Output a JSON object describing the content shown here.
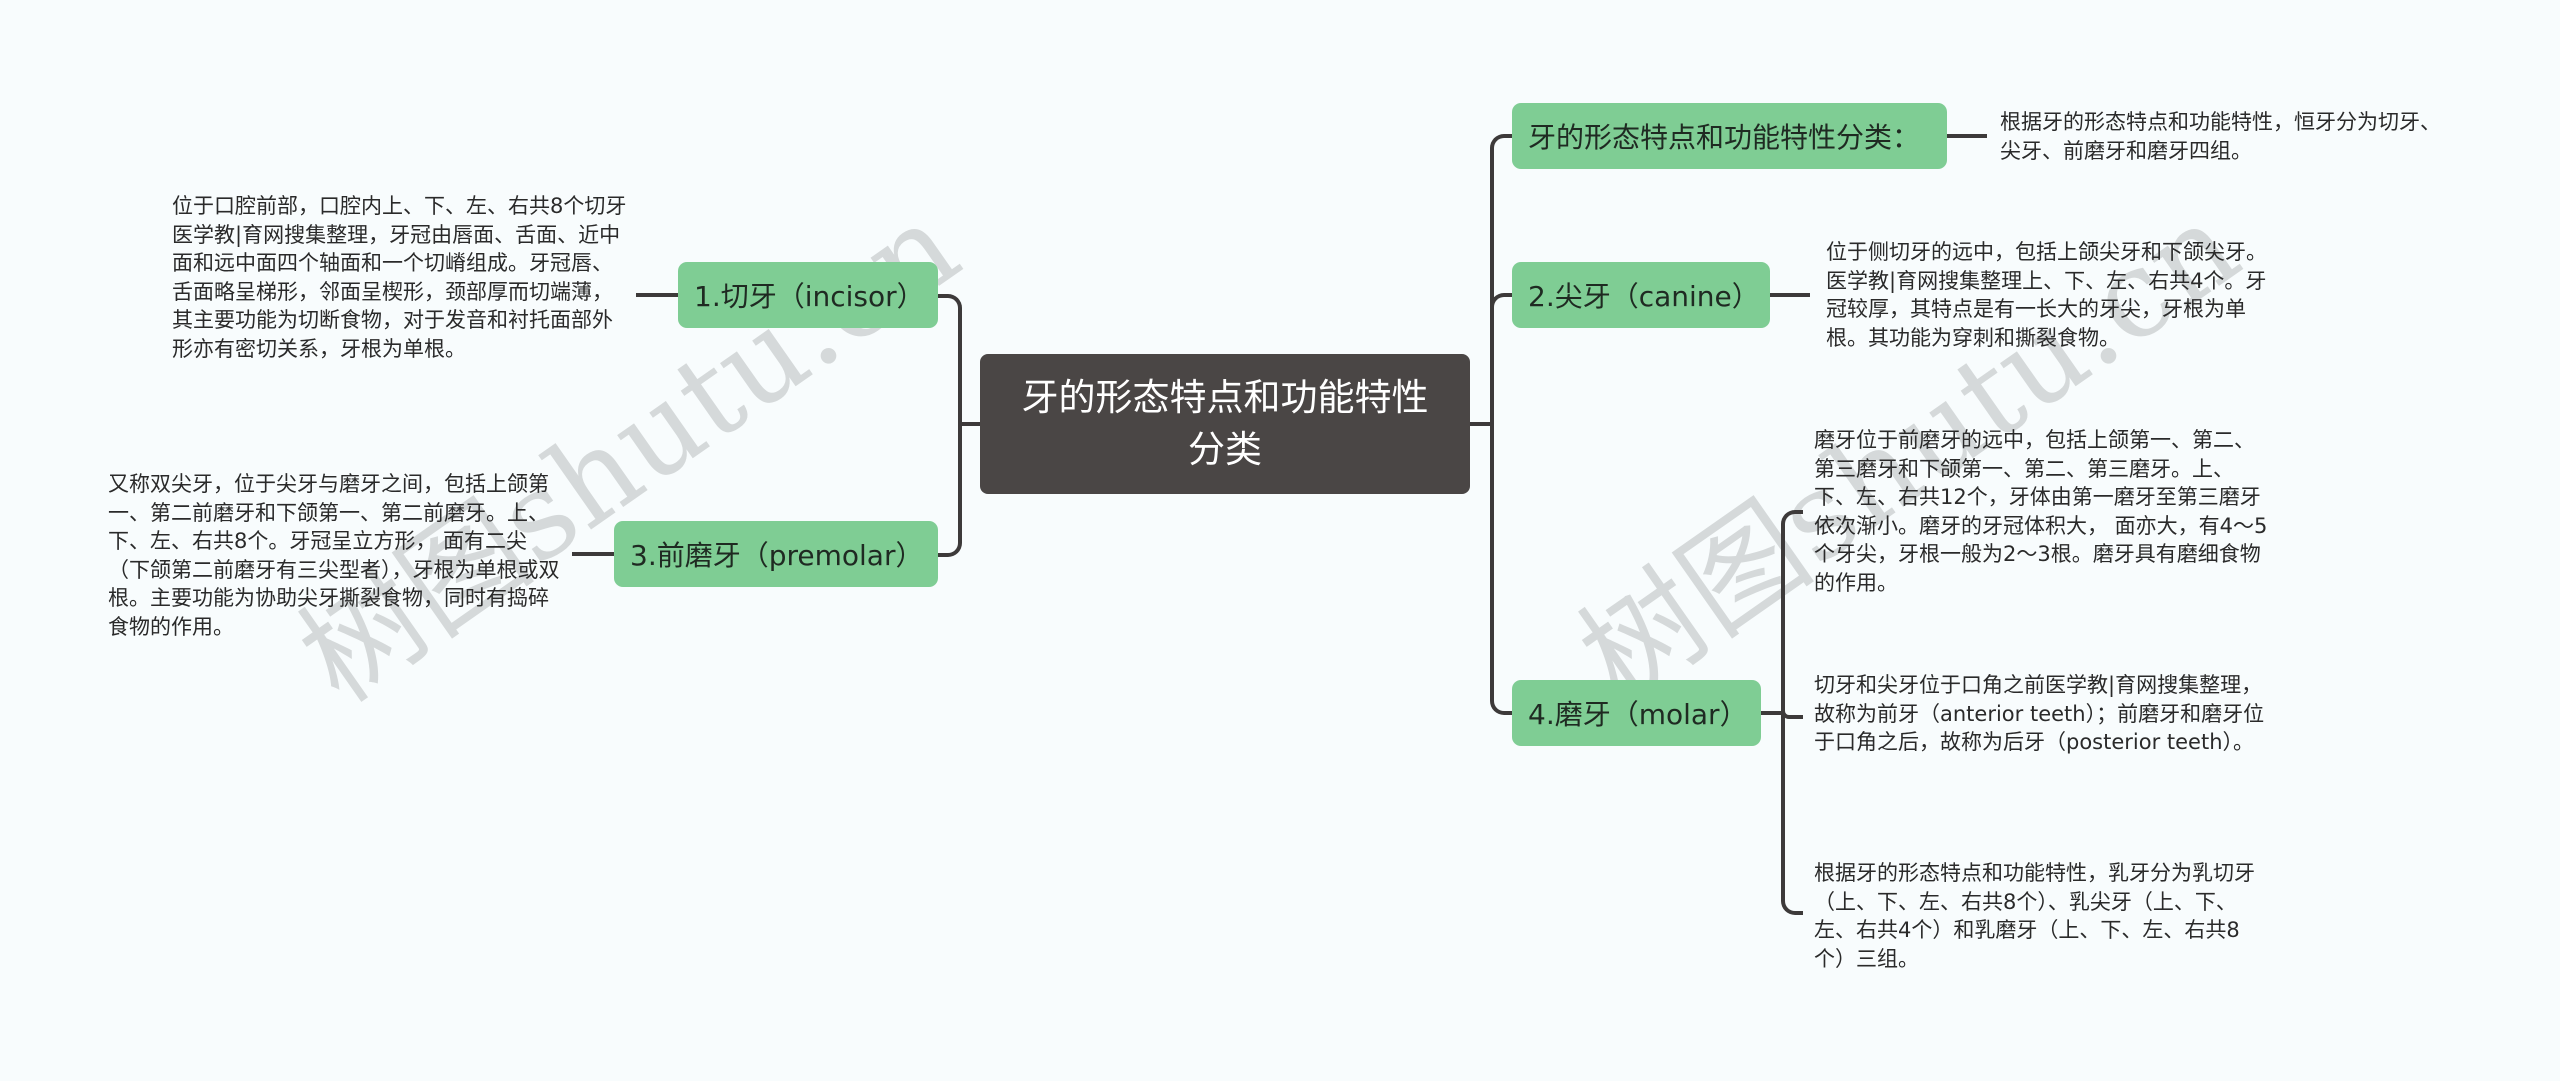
{
  "root": {
    "title": "牙的形态特点和功能特性分类"
  },
  "left_branches": [
    {
      "label": "1.切牙（incisor）",
      "description": "位于口腔前部，口腔内上、下、左、右共8个切牙医学教|育网搜集整理，牙冠由唇面、舌面、近中面和远中面四个轴面和一个切嵴组成。牙冠唇、舌面略呈梯形，邻面呈楔形，颈部厚而切端薄，其主要功能为切断食物，对于发音和衬托面部外形亦有密切关系，牙根为单根。"
    },
    {
      "label": "3.前磨牙（premolar）",
      "description": "又称双尖牙，位于尖牙与磨牙之间，包括上颌第一、第二前磨牙和下颌第一、第二前磨牙。上、下、左、右共8个。牙冠呈立方形， 面有二尖（下颌第二前磨牙有三尖型者），牙根为单根或双根。主要功能为协助尖牙撕裂食物，同时有捣碎食物的作用。"
    }
  ],
  "right_branches": [
    {
      "label": "牙的形态特点和功能特性分类：",
      "description": "根据牙的形态特点和功能特性，恒牙分为切牙、尖牙、前磨牙和磨牙四组。"
    },
    {
      "label": "2.尖牙（canine）",
      "description": "位于侧切牙的远中，包括上颌尖牙和下颌尖牙。医学教|育网搜集整理上、下、左、右共4个。牙冠较厚，其特点是有一长大的牙尖，牙根为单根。其功能为穿刺和撕裂食物。"
    },
    {
      "label": "4.磨牙（molar）",
      "descriptions": [
        "磨牙位于前磨牙的远中，包括上颌第一、第二、第三磨牙和下颌第一、第二、第三磨牙。上、下、左、右共12个，牙体由第一磨牙至第三磨牙依次渐小。磨牙的牙冠体积大， 面亦大，有4～5个牙尖，牙根一般为2～3根。磨牙具有磨细食物的作用。",
        "切牙和尖牙位于口角之前医学教|育网搜集整理，故称为前牙（anterior teeth）；前磨牙和磨牙位于口角之后，故称为后牙（posterior teeth）。",
        "根据牙的形态特点和功能特性，乳牙分为乳切牙（上、下、左、右共8个）、乳尖牙（上、下、左、右共4个）和乳磨牙（上、下、左、右共8个）三组。"
      ]
    }
  ],
  "watermark": {
    "text": "树图shutu.cn"
  },
  "colors": {
    "background": "#f8fcfd",
    "root_fill": "#4a4645",
    "branch_fill": "#7fcd94",
    "connector": "#3d3a3a"
  }
}
